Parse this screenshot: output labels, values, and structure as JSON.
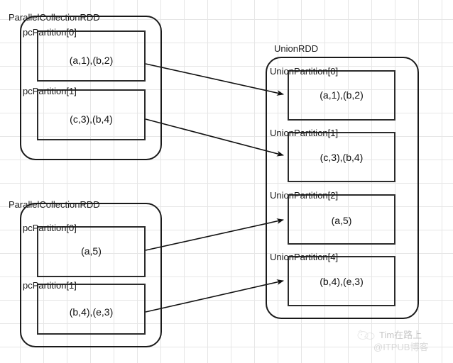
{
  "diagram": {
    "title": "Spark RDD union partition mapping",
    "source_rdds": [
      {
        "label": "ParallelCollectionRDD",
        "partitions": [
          {
            "label": "pcPartition[0]",
            "value": "(a,1),(b,2)"
          },
          {
            "label": "pcPartition[1]",
            "value": "(c,3),(b,4)"
          }
        ]
      },
      {
        "label": "ParallelCollectionRDD",
        "partitions": [
          {
            "label": "pcPartition[0]",
            "value": "(a,5)"
          },
          {
            "label": "pcPartition[1]",
            "value": "(b,4),(e,3)"
          }
        ]
      }
    ],
    "target_rdd": {
      "label": "UnionRDD",
      "partitions": [
        {
          "label": "UnionPartition[0]",
          "value": "(a,1),(b,2)"
        },
        {
          "label": "UnionPartition[1]",
          "value": "(c,3),(b,4)"
        },
        {
          "label": "UnionPartition[2]",
          "value": "(a,5)"
        },
        {
          "label": "UnionPartition[4]",
          "value": "(b,4),(e,3)"
        }
      ]
    },
    "colors": {
      "stroke": "#1a1a1a",
      "grid": "#e6e6e6",
      "background": "#ffffff",
      "watermark": "#9a9a9a"
    }
  },
  "watermark": {
    "line1": "Tim在路上",
    "line2": "@ITPUB博客"
  }
}
